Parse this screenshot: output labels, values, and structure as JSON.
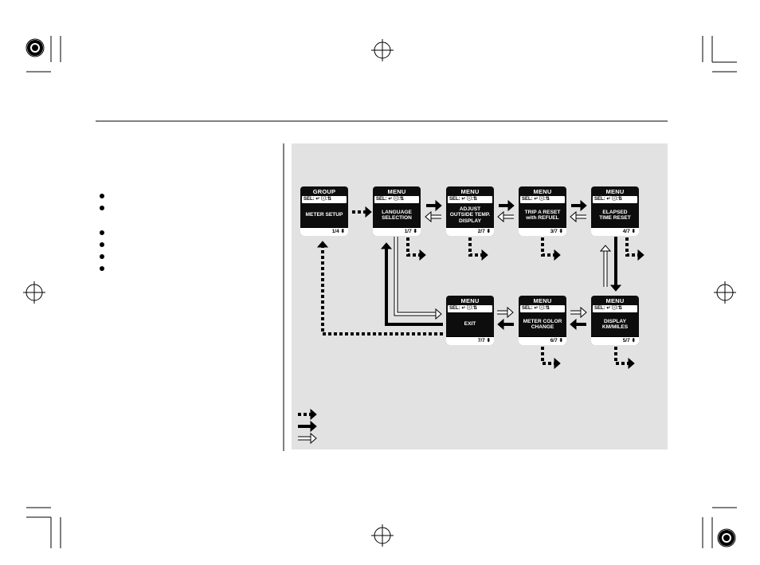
{
  "screens": [
    {
      "id": "group",
      "header": "GROUP",
      "sel": "SEL:",
      "body": "METER SETUP",
      "page": "1/4"
    },
    {
      "id": "language",
      "header": "MENU",
      "sel": "SEL:",
      "body": "LANGUAGE\nSELECTION",
      "page": "1/7"
    },
    {
      "id": "adjust",
      "header": "MENU",
      "sel": "SEL:",
      "body": "ADJUST\nOUTSIDE TEMP.\nDISPLAY",
      "page": "2/7"
    },
    {
      "id": "trip",
      "header": "MENU",
      "sel": "SEL:",
      "body": "TRIP A RESET\nwith REFUEL",
      "page": "3/7"
    },
    {
      "id": "elapsed",
      "header": "MENU",
      "sel": "SEL:",
      "body": "ELAPSED\nTIME RESET",
      "page": "4/7"
    },
    {
      "id": "display",
      "header": "MENU",
      "sel": "SEL:",
      "body": "DISPLAY\nKM/MILES",
      "page": "5/7"
    },
    {
      "id": "color",
      "header": "MENU",
      "sel": "SEL:",
      "body": "METER COLOR\nCHANGE",
      "page": "6/7"
    },
    {
      "id": "exit",
      "header": "MENU",
      "sel": "SEL:",
      "body": "EXIT",
      "page": "7/7"
    }
  ],
  "icons": {
    "enter": "enter-arrow-icon",
    "info": "info-button-icon",
    "updown": "up-down-icon",
    "page_arrows": "page-scroll-icon"
  },
  "colors": {
    "panel": "#e2e2e2",
    "screen": "#0d0d0d",
    "ink": "#000000",
    "hollow": "#ffffff"
  }
}
